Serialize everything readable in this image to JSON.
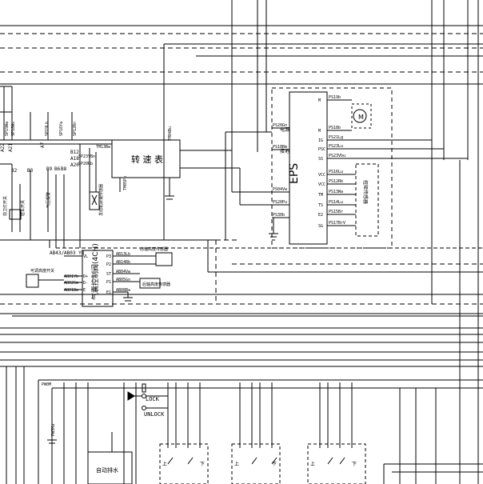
{
  "modules": {
    "tachometer": {
      "label": "转 速 表"
    },
    "eps": {
      "label": "EPS"
    },
    "air_ride": {
      "label": "气囊控制阀(4CH)"
    },
    "auto_drain": {
      "label": "自动排水"
    }
  },
  "switch_boxes": {
    "up": "上",
    "down": "下"
  },
  "lock_switch": {
    "lock": "LOCK",
    "unlock": "UNLOCK"
  },
  "eps_pins": {
    "left": [
      "PS20Gn",
      "PS18Bm",
      "PS04Vw",
      "PS20Pu",
      "PS30b"
    ],
    "left_func": [
      "电源",
      "接地"
    ],
    "right": [
      "PS19b",
      "PS18b",
      "PS21Lg",
      "PS23Lu",
      "PS23Vbu",
      "PS16Lu",
      "PS12Rb",
      "PS13Wa",
      "PS14Lu",
      "PS15Br",
      "PS17BrV"
    ],
    "right_pins": [
      "M",
      "M",
      "IG",
      "PSC",
      "SS",
      "VCC",
      "VCC",
      "TM",
      "TS",
      "E2",
      "SG"
    ],
    "motor_symbol": "M",
    "sensor_box": "扭矩传感器"
  },
  "tacho_pins": {
    "left": [
      "A22",
      "A21",
      "A7",
      "B12",
      "A18",
      "A20"
    ],
    "wire_labels": [
      "TM13Bw",
      "SP23YBn",
      "SP20Rb",
      "TM05Pu",
      "TM04Bu"
    ]
  },
  "left_wires": [
    "SP19Wa",
    "SP18Ws",
    "SP19Lb",
    "SP18Ya",
    "SP12Rn"
  ],
  "lower_left": {
    "labels": [
      "B2",
      "B3",
      "B9",
      "B6",
      "B8",
      "AB43/AB03 YB"
    ],
    "components": [
      "前卫灯开关",
      "驻车开关",
      "气压报警",
      "发动机转速传感器"
    ]
  },
  "air_ride_pins": {
    "left": [
      "VL",
      "D+",
      "D-",
      "E"
    ],
    "right": [
      "P3",
      "P2",
      "ST",
      "P1",
      "E1"
    ],
    "left_wires": [
      "AB01Yb",
      "AB02Gm",
      "AB01Bw"
    ],
    "right_wires": [
      "AB13Lb",
      "AB14Rb",
      "AB04Vw",
      "AB05Gn",
      "AB08Ba"
    ],
    "sensors": [
      "前轴高度传感器",
      "后轴高度传感器",
      "可调高度开关"
    ]
  },
  "bottom": {
    "wire_labels": [
      "PW0M",
      "PW3Ma"
    ]
  }
}
